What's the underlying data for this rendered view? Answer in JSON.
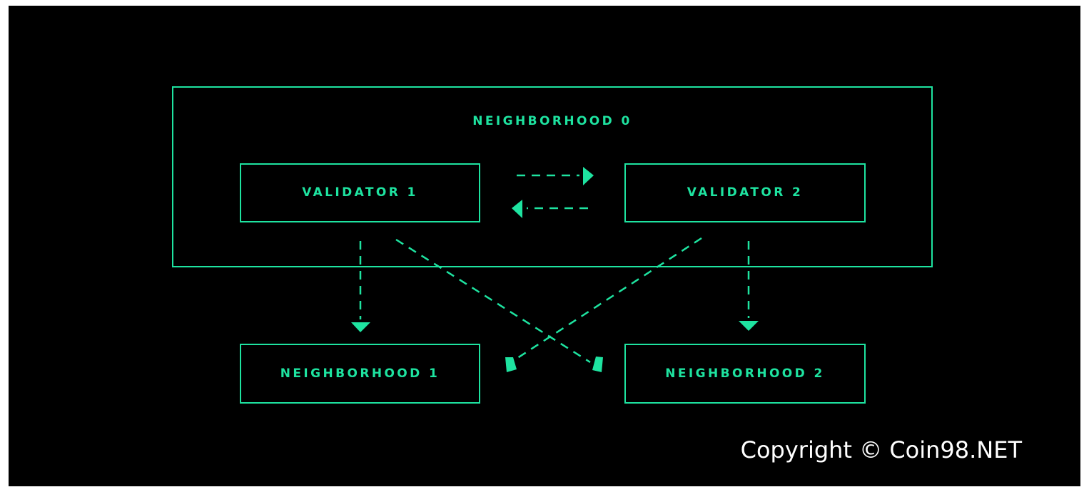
{
  "diagram": {
    "nodes": {
      "neighborhood_0": {
        "label": "NEIGHBORHOOD 0"
      },
      "validator_1": {
        "label": "VALIDATOR 1"
      },
      "validator_2": {
        "label": "VALIDATOR 2"
      },
      "neighborhood_1": {
        "label": "NEIGHBORHOOD 1"
      },
      "neighborhood_2": {
        "label": "NEIGHBORHOOD 2"
      }
    },
    "edges": [
      {
        "from": "validator_1",
        "to": "validator_2",
        "style": "dashed"
      },
      {
        "from": "validator_2",
        "to": "validator_1",
        "style": "dashed"
      },
      {
        "from": "validator_1",
        "to": "neighborhood_1",
        "style": "dashed"
      },
      {
        "from": "validator_1",
        "to": "neighborhood_2",
        "style": "dashed"
      },
      {
        "from": "validator_2",
        "to": "neighborhood_1",
        "style": "dashed"
      },
      {
        "from": "validator_2",
        "to": "neighborhood_2",
        "style": "dashed"
      }
    ],
    "colors": {
      "accent": "#1ee3a0",
      "background": "#000000"
    }
  },
  "watermark": {
    "text": "Copyright © Coin98.NET"
  }
}
